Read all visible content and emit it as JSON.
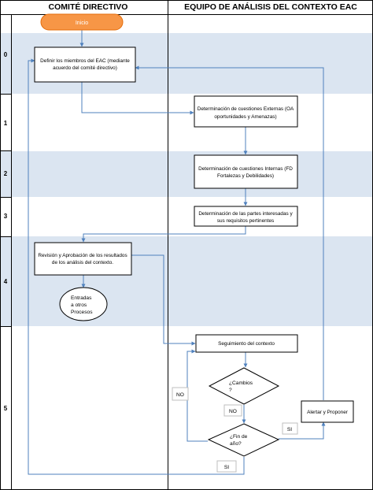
{
  "headers": {
    "left": "COMITÉ DIRECTIVO",
    "right": "EQUIPO DE ANÁLISIS DEL CONTEXTO EAC"
  },
  "rows": [
    "0",
    "1",
    "2",
    "3",
    "4",
    "5"
  ],
  "start": "Inicio",
  "boxes": {
    "define": [
      "Definir los miembros del EAC (mediante",
      "acuerdo del comité directivo)"
    ],
    "external": [
      "Determinación de cuestiones Externas (OA",
      "oportunidades y Amenazas)"
    ],
    "internal": [
      "Determinación de cuestiones Internas (FD",
      "Fortalezas y Debilidades)"
    ],
    "parties": [
      "Determinación de las partes interesadas y",
      "sus requisitos pertinentes"
    ],
    "review": [
      "Revisión y Aprobación de los resultados",
      "de los análisis del contexto."
    ],
    "followup": "Seguimiento del contexto",
    "alert": "Alertar y Proponer"
  },
  "decisions": {
    "changes": [
      "¿Cambios",
      "?"
    ],
    "yearend": [
      "¿Fin de",
      "año?"
    ]
  },
  "terminal": [
    "Entradas",
    "a otros",
    "Procesos"
  ],
  "labels": {
    "no_left": "NO",
    "no_mid": "NO",
    "si_right": "SI",
    "si_bottom": "SI"
  },
  "colors": {
    "band": "#dbe5f1",
    "start_fill": "#f79646",
    "arrow": "#4f81bd"
  }
}
